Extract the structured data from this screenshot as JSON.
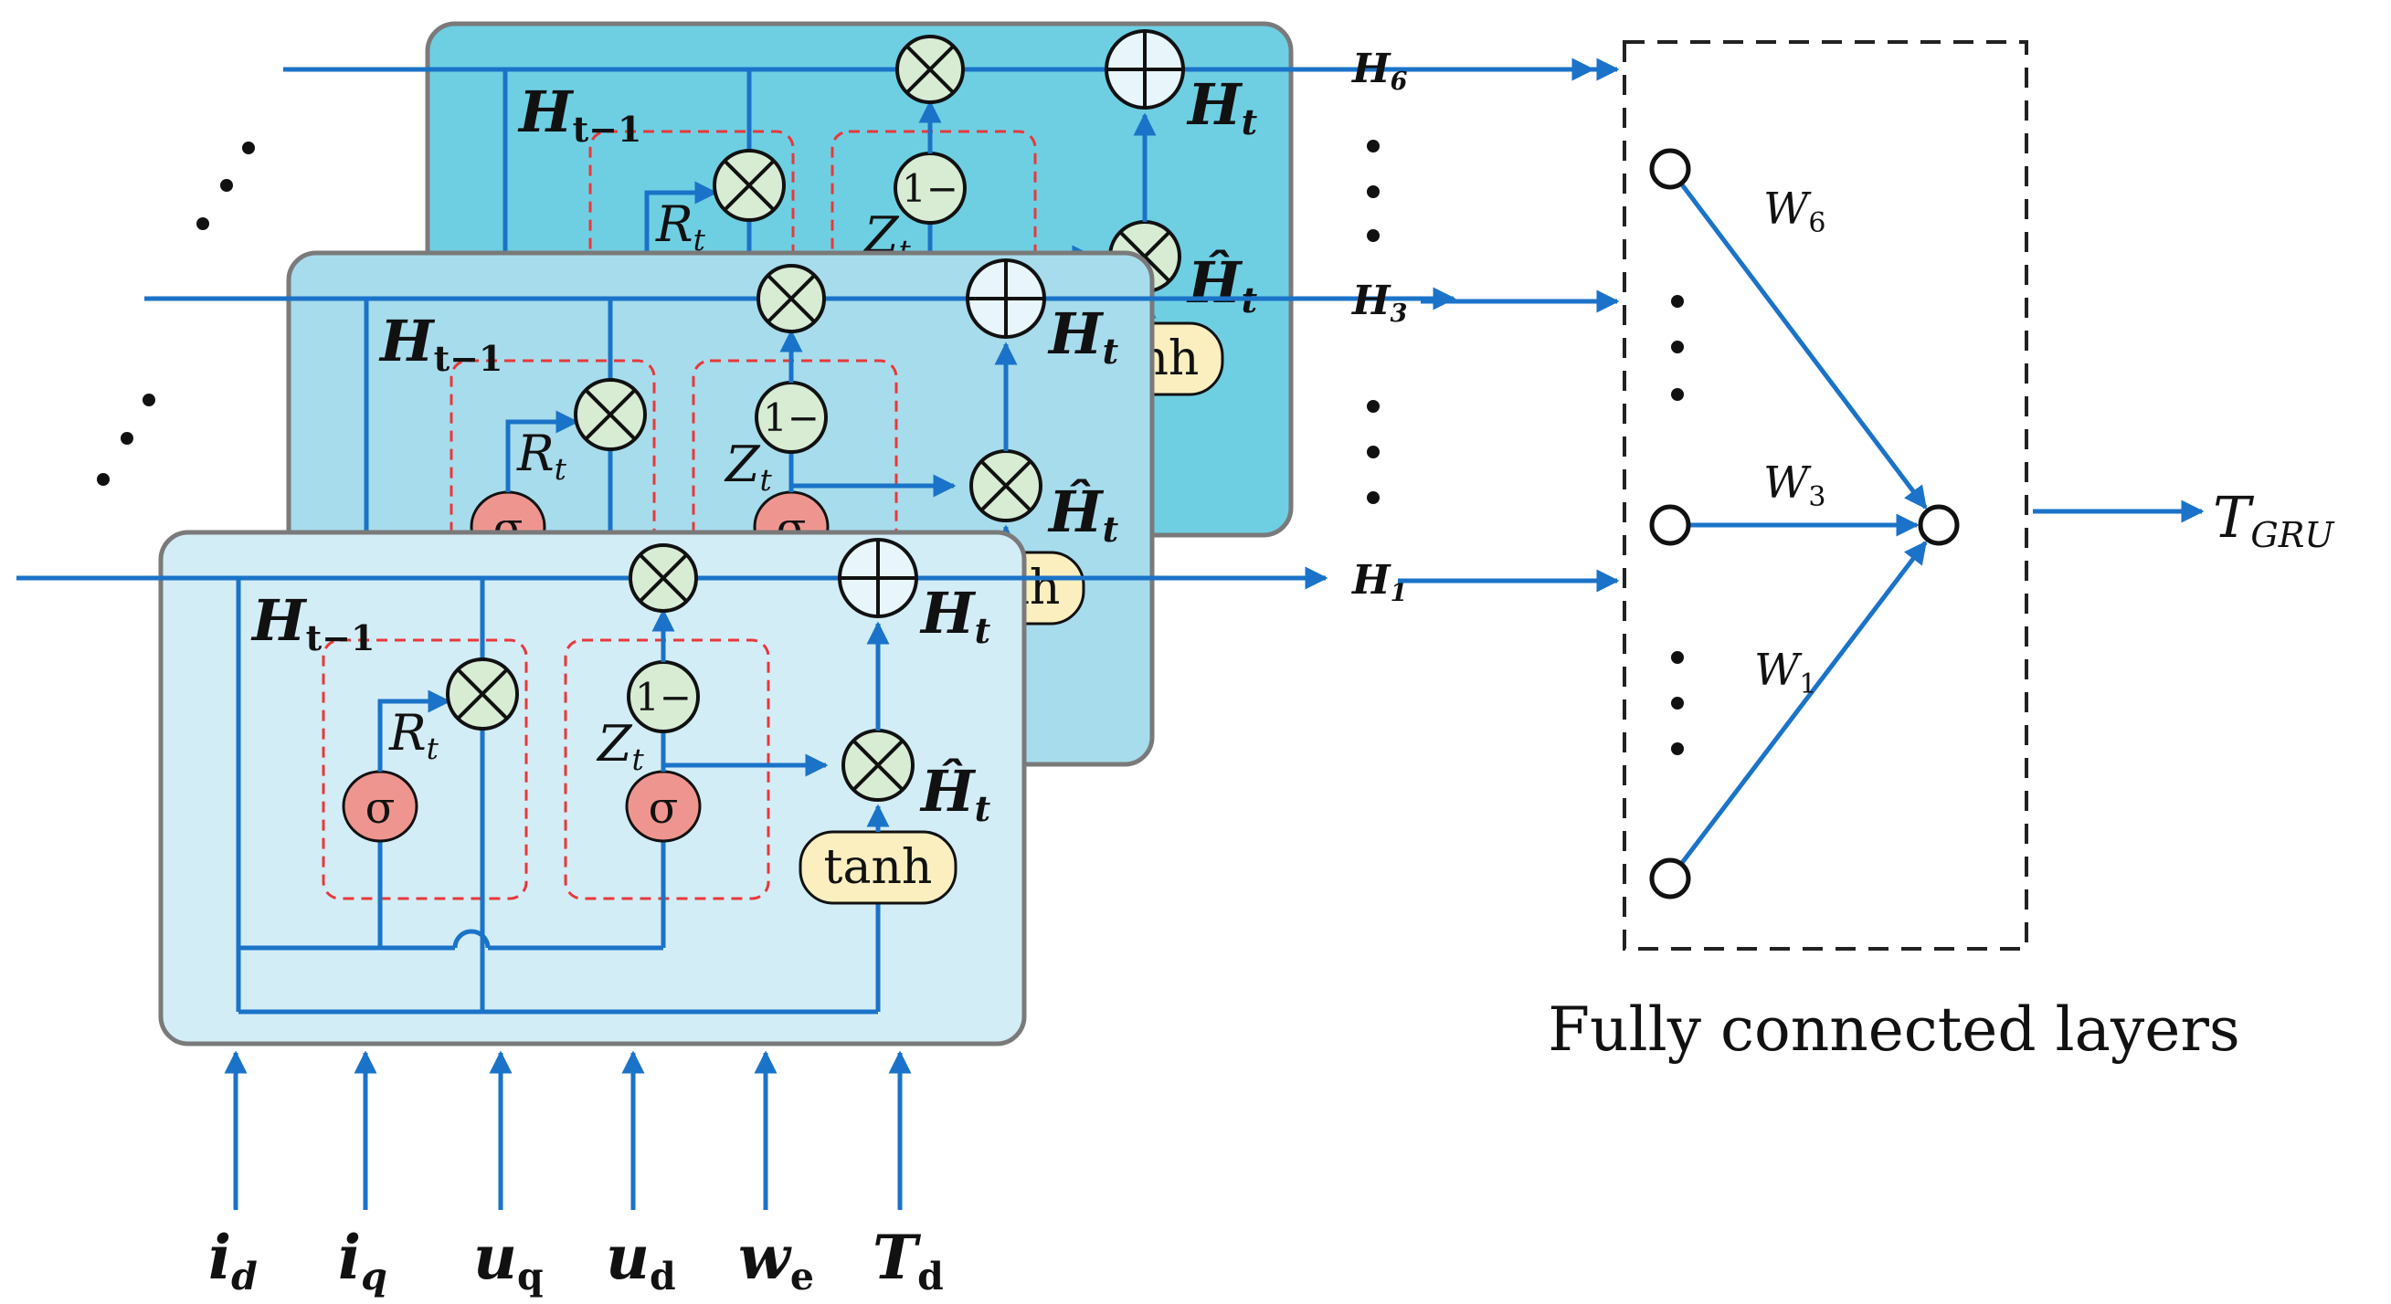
{
  "colors": {
    "line": "#1a73c8",
    "panel_back": "#6ecfe3",
    "panel_mid": "#a7dcec",
    "panel_front": "#d3edf7",
    "panel_border": "#7a7a7a",
    "gate_fill": "#d8ecd4",
    "sigma_fill": "#ef9590",
    "tanh_fill": "#fbeebf",
    "dashed_red": "#e8383a",
    "fc_border": "#222222"
  },
  "icons": {
    "multiply": "circled-times-icon",
    "add": "circled-plus-icon",
    "sigmoid": "sigma-gate-icon",
    "tanh": "tanh-gate-icon",
    "one_minus": "one-minus-gate-icon",
    "neuron": "neuron-node-icon"
  },
  "cell": {
    "h_prev": "H",
    "h_prev_sub": "t−1",
    "h_out": "H",
    "h_out_sub": "t",
    "reset": "R",
    "reset_sub": "t",
    "update": "Z",
    "update_sub": "t",
    "candidate": "Ĥ",
    "candidate_sub": "t",
    "sigma": "σ",
    "tanh": "tanh",
    "one_minus": "1−"
  },
  "outputs": [
    {
      "main": "H",
      "sub": "6"
    },
    {
      "main": "H",
      "sub": "3"
    },
    {
      "main": "H",
      "sub": "1"
    }
  ],
  "weights": [
    {
      "main": "W",
      "sub": "6"
    },
    {
      "main": "W",
      "sub": "3"
    },
    {
      "main": "W",
      "sub": "1"
    }
  ],
  "inputs": [
    {
      "main": "i",
      "sub": "d"
    },
    {
      "main": "i",
      "sub": "q"
    },
    {
      "main": "u",
      "sub": "q"
    },
    {
      "main": "u",
      "sub": "d"
    },
    {
      "main": "w",
      "sub": "e"
    },
    {
      "main": "T",
      "sub": "d"
    }
  ],
  "output_final": {
    "main": "T",
    "sub": "GRU"
  },
  "fc_caption": "Fully connected layers",
  "ellipsis": "⋮"
}
